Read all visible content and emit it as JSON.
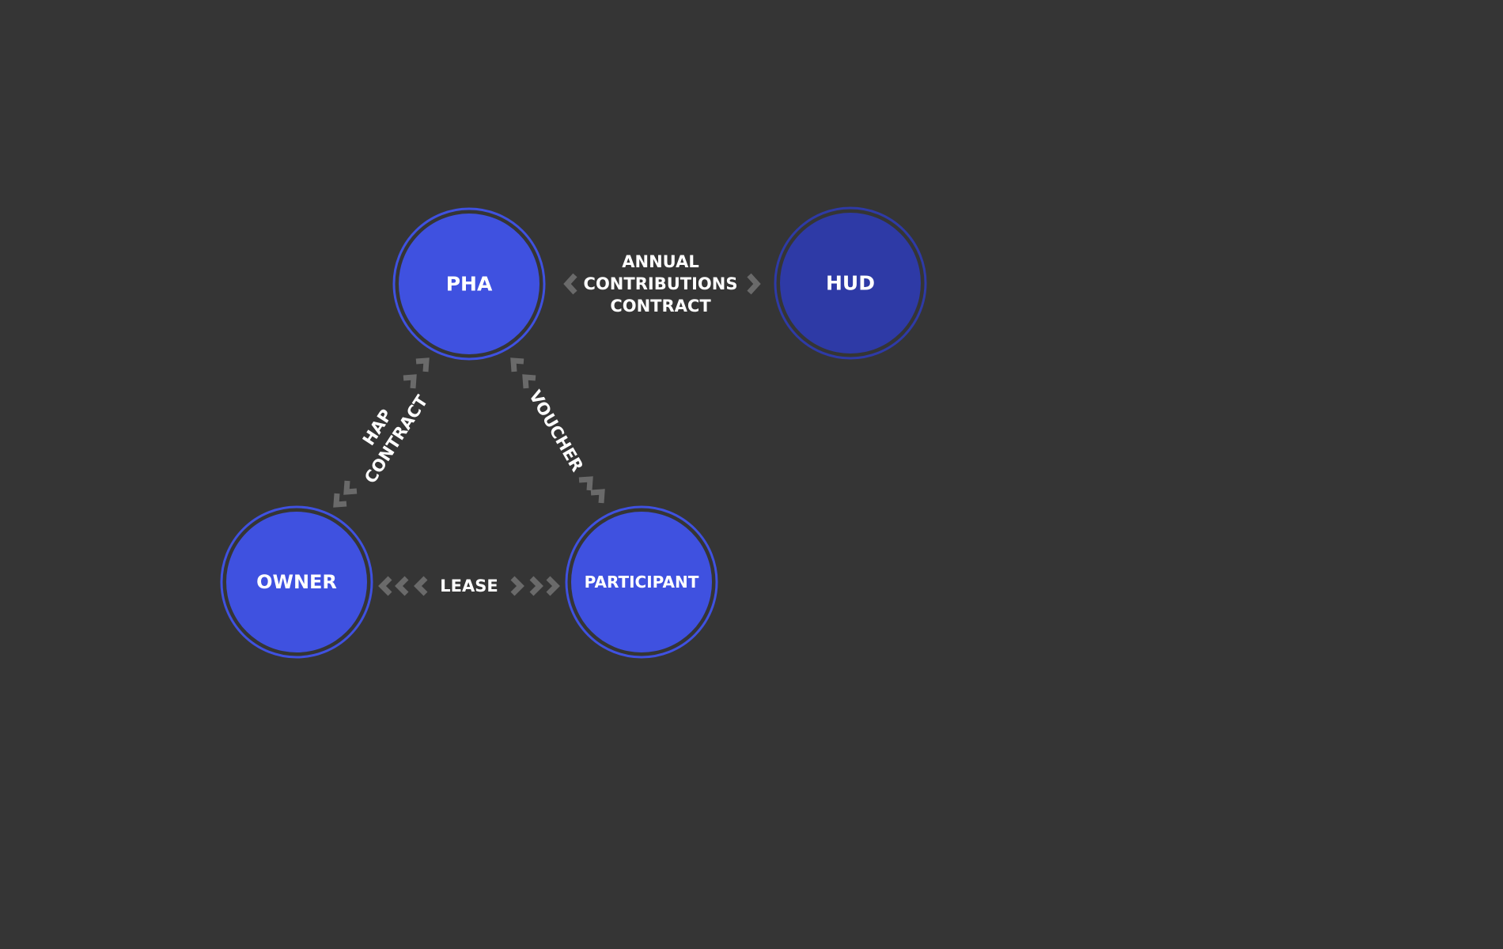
{
  "nodes": {
    "pha": {
      "label": "PHA",
      "color": "#3f51e0"
    },
    "hud": {
      "label": "HUD",
      "color": "#2e3aa6"
    },
    "owner": {
      "label": "OWNER",
      "color": "#3f51e0"
    },
    "participant": {
      "label": "PARTICIPANT",
      "color": "#3f51e0"
    }
  },
  "edges": {
    "pha_hud": {
      "lines": [
        "ANNUAL",
        "CONTRIBUTIONS",
        "CONTRACT"
      ]
    },
    "pha_owner": {
      "lines": [
        "HAP",
        "CONTRACT"
      ]
    },
    "pha_participant": {
      "lines": [
        "VOUCHER"
      ]
    },
    "owner_participant": {
      "lines": [
        "LEASE"
      ]
    }
  },
  "colors": {
    "background": "#353535",
    "ring": "#3f51e0",
    "arrow": "#6a6a6a",
    "text": "#ffffff"
  }
}
